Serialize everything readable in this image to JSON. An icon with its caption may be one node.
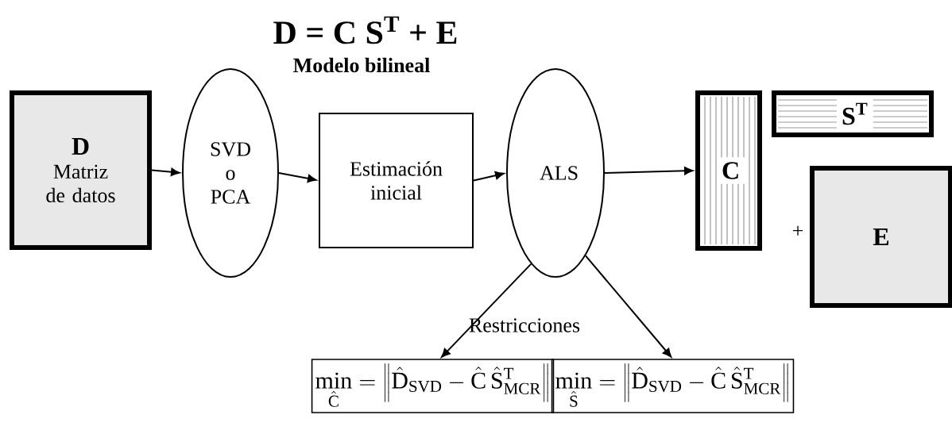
{
  "diagram": {
    "title": "D = C S$^{T}$ + E",
    "nodes": [
      {
        "text": [
          "D",
          "Matriz de datos"
        ]
      },
      {
        "text": [
          "SVD o PCA"
        ]
      },
      {
        "text": [
          "Estimación inicial"
        ]
      },
      {
        "text": [
          "ALS"
        ]
      },
      {
        "text": [
          "C"
        ]
      },
      {
        "text": [
          "S$^{T}$"
        ]
      },
      {
        "text": [
          "E"
        ]
      },
      {
        "text": [
          "\\min_{\\hat{\\mathrm{C}}} = \\left\\| \\hat{\\mathrm{D}}_{\\mathrm{SVD}} - \\hat{\\mathrm{C}}\\,\\hat{\\mathrm{S}}_{\\mathrm{MCR}}^{\\mathrm{T}} \\right\\|"
        ]
      },
      {
        "text": [
          "\\min_{\\hat{\\mathrm{S}}} = \\left\\| \\hat{\\mathrm{D}}_{\\mathrm{SVD}} - \\hat{\\mathrm{C}}\\,\\hat{\\mathrm{S}}_{\\mathrm{MCR}}^{\\mathrm{T}} \\right\\|"
        ]
      }
    ],
    "edges": [
      {
        "from": 0,
        "to": 1,
        "arrow": "to"
      },
      {
        "from": 1,
        "to": 2,
        "arrow": "to"
      },
      {
        "from": 2,
        "to": 3,
        "arrow": "to"
      },
      {
        "from": 3,
        "to": 4,
        "arrow": "to"
      },
      {
        "from": 3,
        "to": 7,
        "arrow": "to"
      },
      {
        "from": 3,
        "to": 8,
        "arrow": "to"
      }
    ],
    "labels": [
      "Modelo bilineal",
      "Restricciones",
      "+"
    ]
  }
}
